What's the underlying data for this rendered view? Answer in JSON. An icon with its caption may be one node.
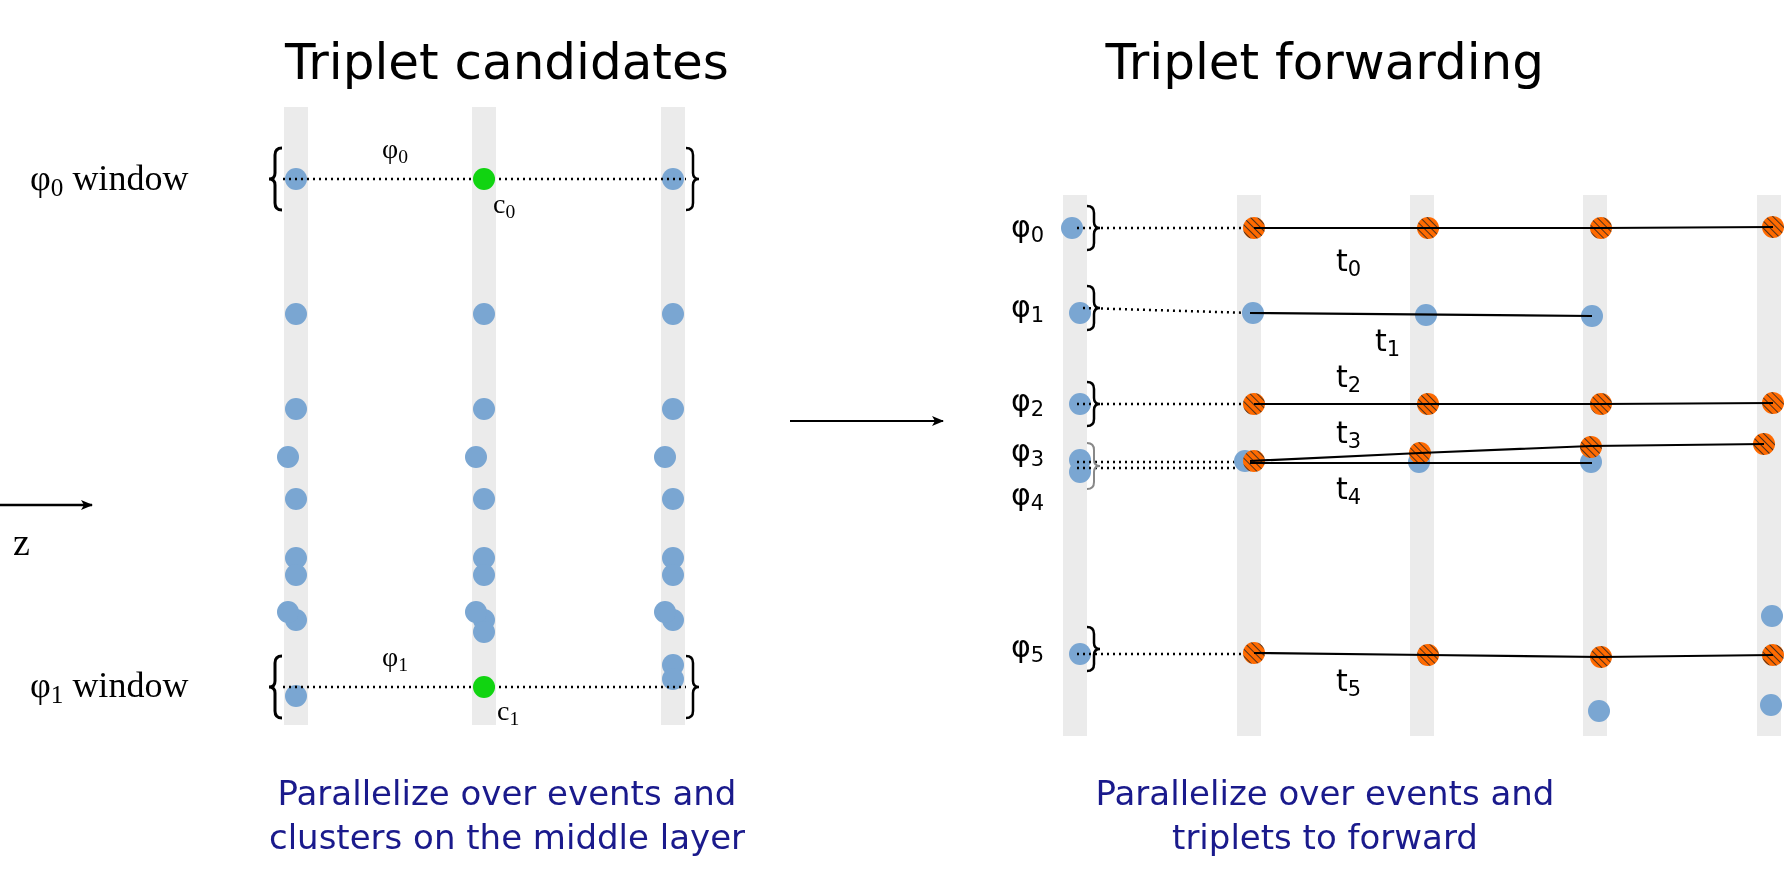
{
  "diagram": {
    "labels": [
      "Triplet candidates",
      "φ$_{0}$",
      "φ$_{0}$ window",
      "c$_{0}$",
      "z",
      "φ$_{1}$",
      "φ$_{1}$ window",
      "c$_{1}$",
      "Parallelize over events and clusters on the middle layer",
      "Triplet forwarding",
      "φ$_{0}$",
      "t$_{0}$",
      "φ$_{1}$",
      "t$_{1}$",
      "t$_{2}$",
      "φ$_{2}$",
      "t$_{3}$",
      "φ$_{3}$",
      "φ$_{4}$",
      "t$_{4}$",
      "φ$_{5}$",
      "t$_{5}$",
      "Parallelize over events and triplets to forward"
    ]
  }
}
